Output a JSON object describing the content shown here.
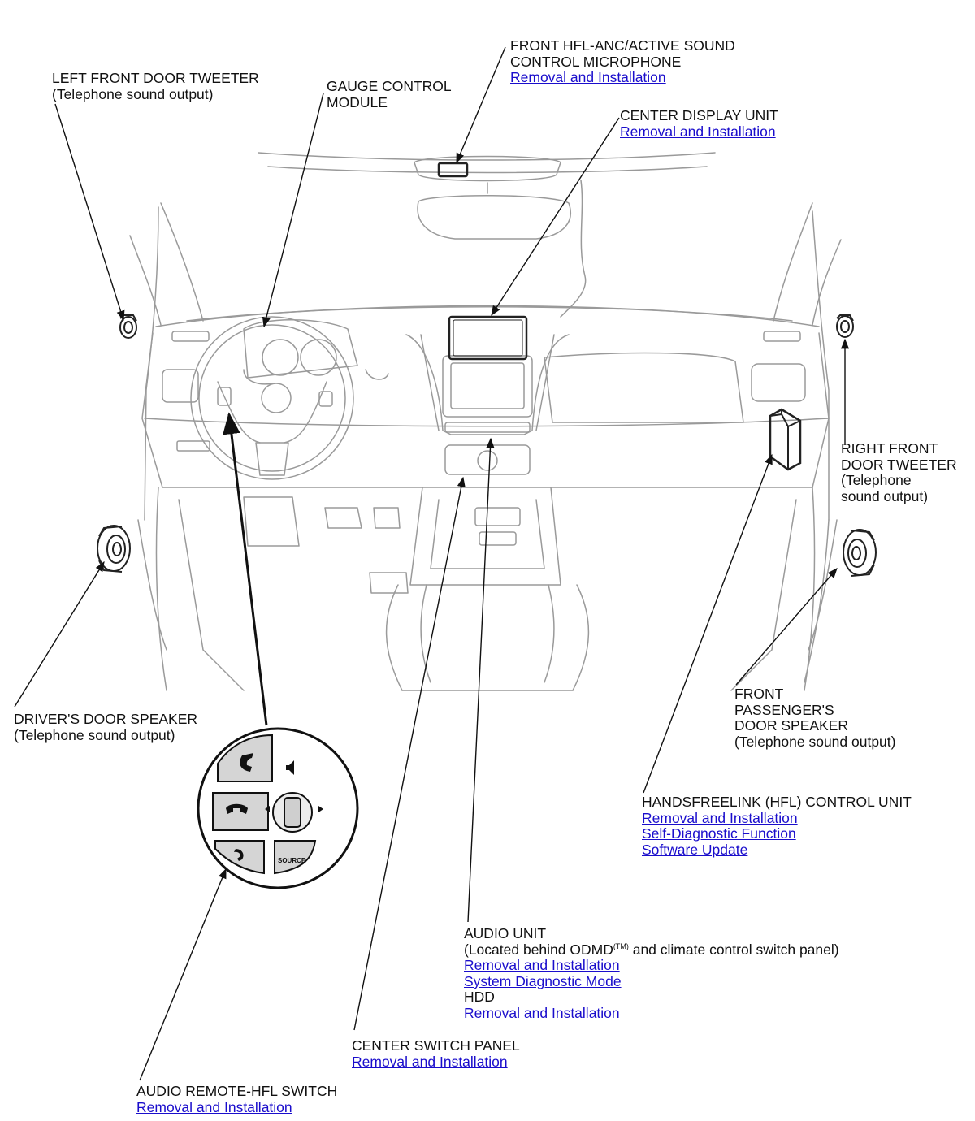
{
  "labels": {
    "front_mic": {
      "line1": "FRONT HFL-ANC/ACTIVE SOUND",
      "line2": "CONTROL MICROPHONE",
      "link1": "Removal and Installation"
    },
    "left_tweeter": {
      "line1": "LEFT FRONT DOOR TWEETER",
      "line2": "(Telephone sound output)"
    },
    "gauge": {
      "line1": "GAUGE CONTROL",
      "line2": "MODULE"
    },
    "center_display": {
      "line1": "CENTER DISPLAY UNIT",
      "link1": "Removal and Installation"
    },
    "right_tweeter": {
      "line1": "RIGHT FRONT",
      "line2": "DOOR TWEETER",
      "line3": "(Telephone",
      "line4": "sound output)"
    },
    "passenger_speaker": {
      "line1": "FRONT",
      "line2": "PASSENGER'S",
      "line3": "DOOR SPEAKER",
      "line4": "(Telephone sound output)"
    },
    "driver_speaker": {
      "line1": "DRIVER'S DOOR SPEAKER",
      "line2": "(Telephone sound output)"
    },
    "hfl_unit": {
      "line1": "HANDSFREELINK (HFL) CONTROL UNIT",
      "link1": "Removal and Installation",
      "link2": "Self-Diagnostic Function",
      "link3": "Software Update"
    },
    "audio_unit": {
      "line1": "AUDIO UNIT",
      "line2_pre": "(Located behind ODMD",
      "line2_sup": "(TM)",
      "line2_post": " and climate control switch panel)",
      "link1": "Removal and Installation",
      "link2": "System Diagnostic Mode",
      "line3": "HDD",
      "link3": "Removal and Installation"
    },
    "center_switch": {
      "line1": "CENTER SWITCH PANEL",
      "link1": "Removal and Installation"
    },
    "remote_switch": {
      "line1": "AUDIO REMOTE-HFL SWITCH",
      "link1": "Removal and Installation"
    }
  },
  "switch_detail": {
    "source_label": "SOURCE"
  },
  "colors": {
    "link": "#1a0dcc",
    "line": "#111111",
    "sketch": "#9a9a9a"
  }
}
